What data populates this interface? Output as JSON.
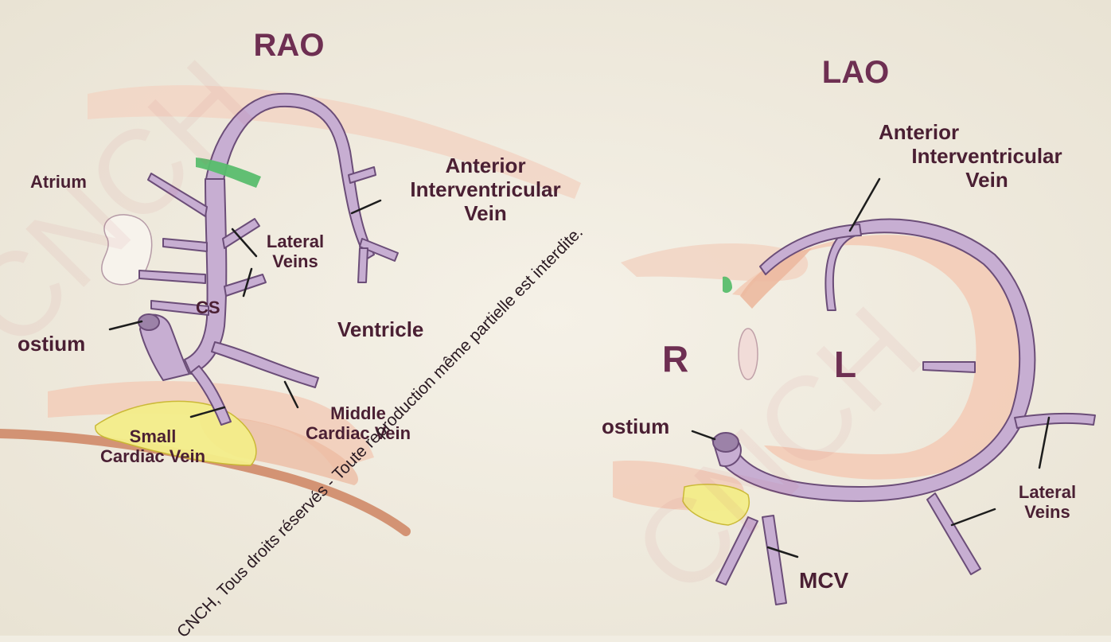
{
  "diagram": {
    "left_view": {
      "title": "RAO",
      "labels": {
        "atrium": "Atrium",
        "anterior_interventricular_vein": [
          "Anterior",
          "Interventricular",
          "Vein"
        ],
        "lateral_veins": [
          "Lateral",
          "Veins"
        ],
        "cs": "CS",
        "ostium": "ostium",
        "ventricle": "Ventricle",
        "middle_cardiac_vein": [
          "Middle",
          "Cardiac Vein"
        ],
        "small_cardiac_vein": [
          "Small",
          "Cardiac Vein"
        ]
      }
    },
    "right_view": {
      "title": "LAO",
      "labels": {
        "anterior_interventricular_vein": [
          "Anterior",
          "Interventricular",
          "Vein"
        ],
        "r": "R",
        "l": "L",
        "ostium": "ostium",
        "lateral_veins": [
          "Lateral",
          "Veins"
        ],
        "mcv": "MCV"
      }
    },
    "watermark": "CNCH, Tous droits réservés - Toute reproduction même partielle est interdite.",
    "colors": {
      "vein": "#c7aed2",
      "vein_outline": "#6b4d78",
      "muscle": "#f2cdb8",
      "fat": "#f4ee8a",
      "valve_marker": "#58bd6d",
      "label": "#4a1f33",
      "title": "#6e2f52"
    }
  }
}
